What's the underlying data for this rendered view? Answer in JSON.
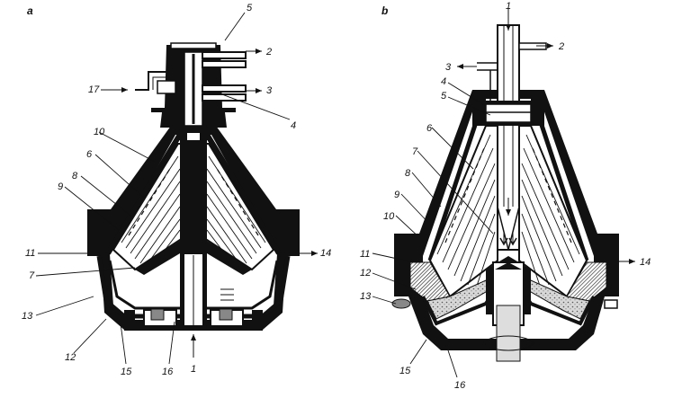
{
  "figure": {
    "panels": [
      {
        "id": "a",
        "letter": "a",
        "labels": {
          "l1": "1",
          "l2": "2",
          "l3": "3",
          "l4": "4",
          "l5": "5",
          "l6": "6",
          "l7": "7",
          "l8": "8",
          "l9": "9",
          "l10": "10",
          "l11": "11",
          "l12": "12",
          "l13": "13",
          "l14": "14",
          "l15": "15",
          "l16": "16",
          "l17": "17"
        }
      },
      {
        "id": "b",
        "letter": "b",
        "labels": {
          "l1": "1",
          "l2": "2",
          "l3": "3",
          "l4": "4",
          "l5": "5",
          "l6": "6",
          "l7": "7",
          "l8": "8",
          "l9": "9",
          "l10": "10",
          "l11": "11",
          "l12": "12",
          "l13": "13",
          "l14": "14",
          "l15": "15",
          "l16": "16"
        }
      }
    ],
    "colors": {
      "ink": "#111111",
      "paper": "#ffffff",
      "grey": "#c8c8c8"
    }
  }
}
